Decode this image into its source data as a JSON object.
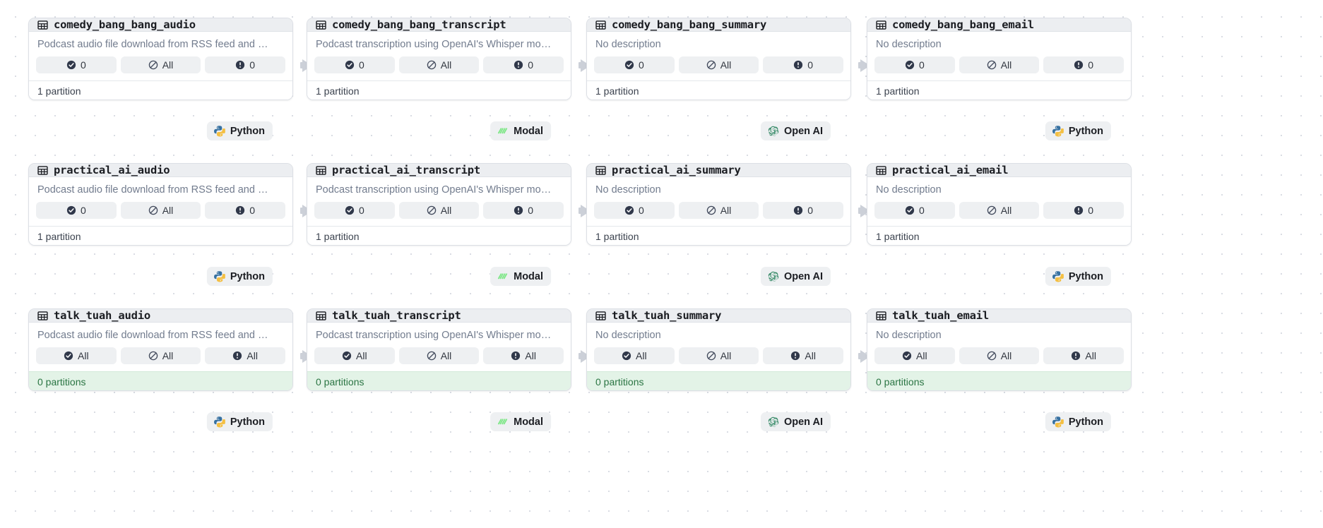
{
  "graph": {
    "background": "#ffffff",
    "dot_color": "#d9dce3",
    "edge_color": "#ccd0d8"
  },
  "descriptions": {
    "audio": "Podcast audio file download from RSS feed and …",
    "transcript": "Podcast transcription using OpenAI's Whisper mo…",
    "none": "No description"
  },
  "icons": {
    "table": "table-icon",
    "materialized": "check-circle-icon",
    "missing": "slashed-circle-icon",
    "failed": "exclamation-circle-icon"
  },
  "kinds": {
    "python": {
      "label": "Python",
      "logo": "python-logo-icon"
    },
    "modal": {
      "label": "Modal",
      "logo": "modal-logo-icon"
    },
    "openai": {
      "label": "Open AI",
      "logo": "openai-logo-icon"
    }
  },
  "rows": [
    {
      "id": "comedy_bang_bang",
      "nodes": [
        {
          "title": "comedy_bang_bang_audio",
          "description": "Podcast audio file download from RSS feed and …",
          "stats": [
            {
              "icon": "check-circle-icon",
              "value": "0"
            },
            {
              "icon": "slashed-circle-icon",
              "value": "All"
            },
            {
              "icon": "exclamation-circle-icon",
              "value": "0"
            }
          ],
          "footer": "1 partition",
          "zero_partitions": false,
          "kind": "Python"
        },
        {
          "title": "comedy_bang_bang_transcript",
          "description": "Podcast transcription using OpenAI's Whisper mo…",
          "stats": [
            {
              "icon": "check-circle-icon",
              "value": "0"
            },
            {
              "icon": "slashed-circle-icon",
              "value": "All"
            },
            {
              "icon": "exclamation-circle-icon",
              "value": "0"
            }
          ],
          "footer": "1 partition",
          "zero_partitions": false,
          "kind": "Modal"
        },
        {
          "title": "comedy_bang_bang_summary",
          "description": "No description",
          "stats": [
            {
              "icon": "check-circle-icon",
              "value": "0"
            },
            {
              "icon": "slashed-circle-icon",
              "value": "All"
            },
            {
              "icon": "exclamation-circle-icon",
              "value": "0"
            }
          ],
          "footer": "1 partition",
          "zero_partitions": false,
          "kind": "Open AI"
        },
        {
          "title": "comedy_bang_bang_email",
          "description": "No description",
          "stats": [
            {
              "icon": "check-circle-icon",
              "value": "0"
            },
            {
              "icon": "slashed-circle-icon",
              "value": "All"
            },
            {
              "icon": "exclamation-circle-icon",
              "value": "0"
            }
          ],
          "footer": "1 partition",
          "zero_partitions": false,
          "kind": "Python"
        }
      ]
    },
    {
      "id": "practical_ai",
      "nodes": [
        {
          "title": "practical_ai_audio",
          "description": "Podcast audio file download from RSS feed and …",
          "stats": [
            {
              "icon": "check-circle-icon",
              "value": "0"
            },
            {
              "icon": "slashed-circle-icon",
              "value": "All"
            },
            {
              "icon": "exclamation-circle-icon",
              "value": "0"
            }
          ],
          "footer": "1 partition",
          "zero_partitions": false,
          "kind": "Python"
        },
        {
          "title": "practical_ai_transcript",
          "description": "Podcast transcription using OpenAI's Whisper mo…",
          "stats": [
            {
              "icon": "check-circle-icon",
              "value": "0"
            },
            {
              "icon": "slashed-circle-icon",
              "value": "All"
            },
            {
              "icon": "exclamation-circle-icon",
              "value": "0"
            }
          ],
          "footer": "1 partition",
          "zero_partitions": false,
          "kind": "Modal"
        },
        {
          "title": "practical_ai_summary",
          "description": "No description",
          "stats": [
            {
              "icon": "check-circle-icon",
              "value": "0"
            },
            {
              "icon": "slashed-circle-icon",
              "value": "All"
            },
            {
              "icon": "exclamation-circle-icon",
              "value": "0"
            }
          ],
          "footer": "1 partition",
          "zero_partitions": false,
          "kind": "Open AI"
        },
        {
          "title": "practical_ai_email",
          "description": "No description",
          "stats": [
            {
              "icon": "check-circle-icon",
              "value": "0"
            },
            {
              "icon": "slashed-circle-icon",
              "value": "All"
            },
            {
              "icon": "exclamation-circle-icon",
              "value": "0"
            }
          ],
          "footer": "1 partition",
          "zero_partitions": false,
          "kind": "Python"
        }
      ]
    },
    {
      "id": "talk_tuah",
      "nodes": [
        {
          "title": "talk_tuah_audio",
          "description": "Podcast audio file download from RSS feed and …",
          "stats": [
            {
              "icon": "check-circle-icon",
              "value": "All"
            },
            {
              "icon": "slashed-circle-icon",
              "value": "All"
            },
            {
              "icon": "exclamation-circle-icon",
              "value": "All"
            }
          ],
          "footer": "0 partitions",
          "zero_partitions": true,
          "kind": "Python"
        },
        {
          "title": "talk_tuah_transcript",
          "description": "Podcast transcription using OpenAI's Whisper mo…",
          "stats": [
            {
              "icon": "check-circle-icon",
              "value": "All"
            },
            {
              "icon": "slashed-circle-icon",
              "value": "All"
            },
            {
              "icon": "exclamation-circle-icon",
              "value": "All"
            }
          ],
          "footer": "0 partitions",
          "zero_partitions": true,
          "kind": "Modal"
        },
        {
          "title": "talk_tuah_summary",
          "description": "No description",
          "stats": [
            {
              "icon": "check-circle-icon",
              "value": "All"
            },
            {
              "icon": "slashed-circle-icon",
              "value": "All"
            },
            {
              "icon": "exclamation-circle-icon",
              "value": "All"
            }
          ],
          "footer": "0 partitions",
          "zero_partitions": true,
          "kind": "Open AI"
        },
        {
          "title": "talk_tuah_email",
          "description": "No description",
          "stats": [
            {
              "icon": "check-circle-icon",
              "value": "All"
            },
            {
              "icon": "slashed-circle-icon",
              "value": "All"
            },
            {
              "icon": "exclamation-circle-icon",
              "value": "All"
            }
          ],
          "footer": "0 partitions",
          "zero_partitions": true,
          "kind": "Python"
        }
      ]
    }
  ]
}
